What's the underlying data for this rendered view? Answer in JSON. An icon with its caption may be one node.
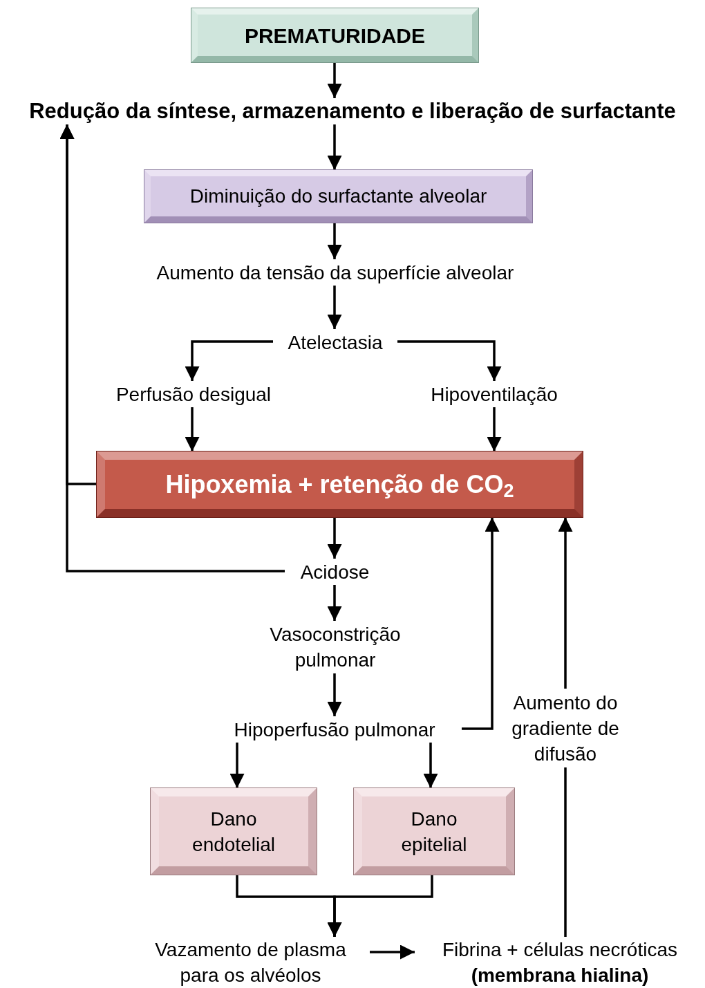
{
  "diagram": {
    "nodes": [
      {
        "text": [
          "PREMATURIDADE"
        ]
      },
      {
        "text": [
          "Redução da síntese, armazenamento e liberação de surfactante"
        ]
      },
      {
        "text": [
          "Diminuição do surfactante alveolar"
        ]
      },
      {
        "text": [
          "Aumento da tensão da superfície alveolar"
        ]
      },
      {
        "text": [
          "Atelectasia"
        ]
      },
      {
        "text": [
          "Perfusão desigual"
        ]
      },
      {
        "text": [
          "Hipoventilação"
        ]
      },
      {
        "text": [
          "Hipoxemia + retenção de CO$_{2}$"
        ]
      },
      {
        "text": [
          "Acidose"
        ]
      },
      {
        "text": [
          "Vasoconstrição pulmonar"
        ]
      },
      {
        "text": [
          "Hipoperfusão pulmonar"
        ]
      },
      {
        "text": [
          "Aumento do gradiente de difusão"
        ]
      },
      {
        "text": [
          "Dano endotelial"
        ]
      },
      {
        "text": [
          "Dano epitelial"
        ]
      },
      {
        "text": [
          "Vazamento de plasma para os alvéolos"
        ]
      },
      {
        "text": [
          "Fibrina + células necróticas",
          "(membrana hialina)"
        ]
      }
    ],
    "edges": [
      {
        "from": 0,
        "to": 1,
        "arrow": "to"
      },
      {
        "from": 1,
        "to": 2,
        "arrow": "to"
      },
      {
        "from": 2,
        "to": 3,
        "arrow": "to"
      },
      {
        "from": 3,
        "to": 4,
        "arrow": "to"
      },
      {
        "from": 4,
        "to": 5,
        "arrow": "to"
      },
      {
        "from": 4,
        "to": 6,
        "arrow": "to"
      },
      {
        "from": 5,
        "to": 7,
        "arrow": "to"
      },
      {
        "from": 6,
        "to": 7,
        "arrow": "to"
      },
      {
        "from": 7,
        "to": 8,
        "arrow": "to"
      },
      {
        "from": 7,
        "to": 1,
        "arrow": "to"
      },
      {
        "from": 8,
        "to": 1,
        "arrow": "to"
      },
      {
        "from": 8,
        "to": 9,
        "arrow": "to"
      },
      {
        "from": 9,
        "to": 10,
        "arrow": "to"
      },
      {
        "from": 10,
        "to": 7,
        "arrow": "to"
      },
      {
        "from": 10,
        "to": 12,
        "arrow": "to"
      },
      {
        "from": 10,
        "to": 13,
        "arrow": "to"
      },
      {
        "from": 12,
        "to": 14,
        "arrow": "to"
      },
      {
        "from": 13,
        "to": 14,
        "arrow": "to"
      },
      {
        "from": 14,
        "to": 15,
        "arrow": "to"
      },
      {
        "from": 15,
        "to": 11,
        "arrow": "none"
      },
      {
        "from": 11,
        "to": 7,
        "arrow": "to"
      }
    ]
  }
}
